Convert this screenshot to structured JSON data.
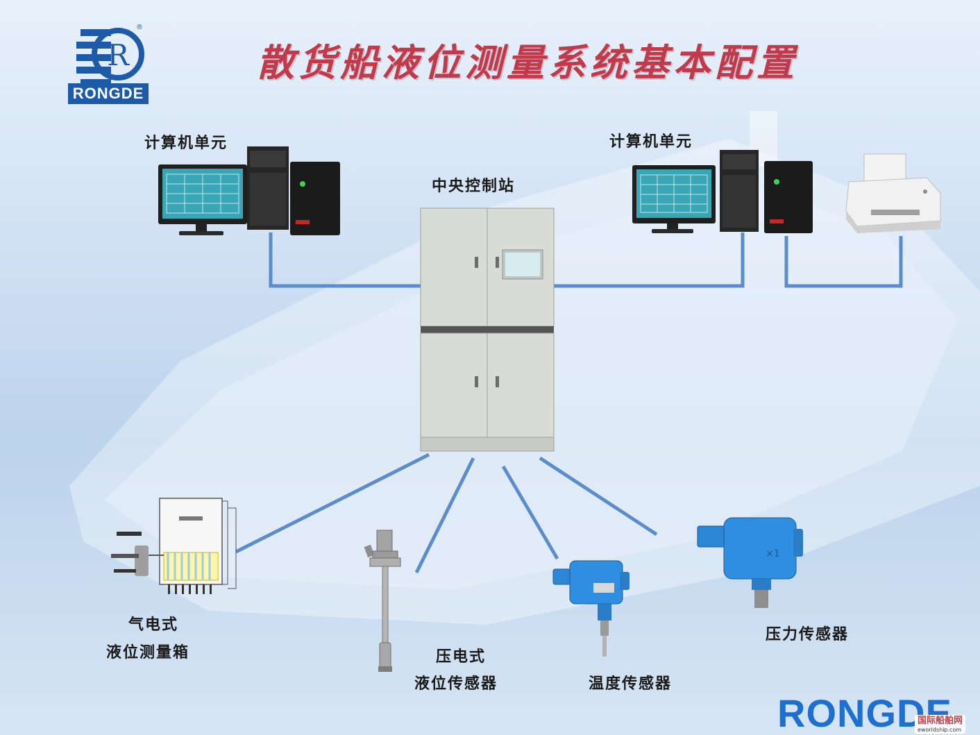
{
  "title": "散货船液位测量系统基本配置",
  "logo": {
    "brand": "RONGDE",
    "letter": "R",
    "registered": "®"
  },
  "nodes": {
    "computer_left": "计算机单元",
    "computer_right": "计算机单元",
    "central_station": "中央控制站",
    "pneumatic_box_line1": "气电式",
    "pneumatic_box_line2": "液位测量箱",
    "piezo_line1": "压电式",
    "piezo_line2": "液位传感器",
    "temperature": "温度传感器",
    "pressure": "压力传感器"
  },
  "footer": {
    "brand": "RONGDE",
    "watermark": "国际船舶网",
    "watermark_url": "eworldship.com"
  },
  "colors": {
    "title": "#c23a4a",
    "link_line": "#5b8ccc",
    "brand": "#1d6fd0",
    "cabinet": "#d9dcd6"
  }
}
